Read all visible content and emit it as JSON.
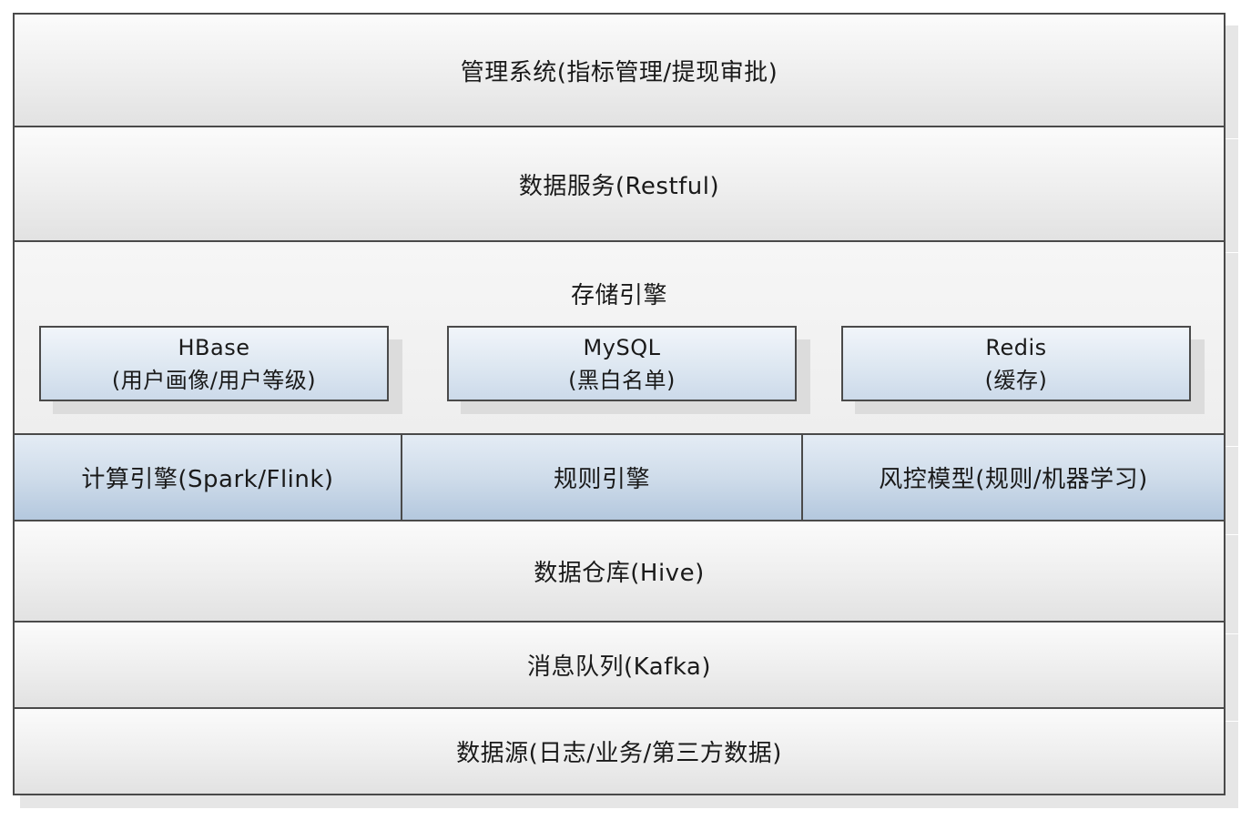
{
  "diagram": {
    "layers": {
      "management": "管理系统(指标管理/提现审批)",
      "data_service": "数据服务(Restful)",
      "storage_engine": "存储引擎",
      "data_warehouse": "数据仓库(Hive)",
      "message_queue": "消息队列(Kafka)",
      "data_source": "数据源(日志/业务/第三方数据)"
    },
    "storage": [
      {
        "name": "HBase",
        "desc": "(用户画像/用户等级)"
      },
      {
        "name": "MySQL",
        "desc": "(黑白名单)"
      },
      {
        "name": "Redis",
        "desc": "(缓存)"
      }
    ],
    "compute": [
      {
        "label": "计算引擎(Spark/Flink)"
      },
      {
        "label": "规则引擎"
      },
      {
        "label": "风控模型(规则/机器学习)"
      }
    ],
    "colors": {
      "border": "#4a4a4a",
      "layer_fill": "#eeeeee",
      "compute_fill": "#cfdcea",
      "db_fill": "#dde7f1",
      "shadow": "#e6e6e6"
    }
  }
}
